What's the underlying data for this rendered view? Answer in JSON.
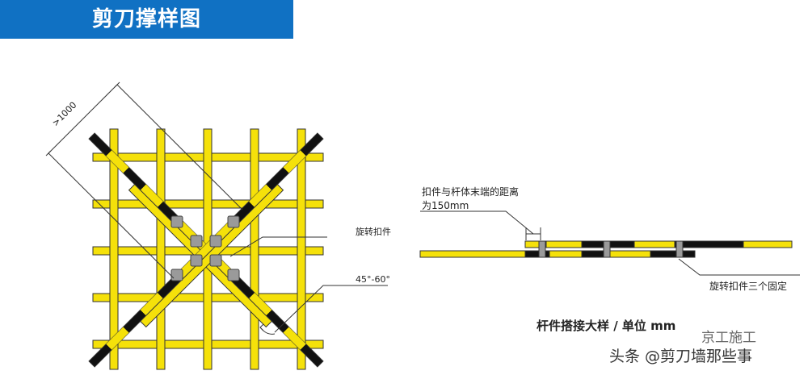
{
  "header": {
    "title": "剪刀撑样图"
  },
  "left_diagram": {
    "dimension_label": ">1000",
    "clamp_label": "旋转扣件",
    "angle_label": "45°-60°"
  },
  "right_diagram": {
    "distance_note_line1": "扣件与杆体末端的距离",
    "distance_note_line2": "为150mm",
    "clamp_note": "旋转扣件三个固定",
    "caption": "杆件搭接大样 / 单位 mm"
  },
  "watermark": {
    "source_partial": "京工施工",
    "account": "头条 @剪刀墙那些事"
  },
  "colors": {
    "title_bg": "#1071c3",
    "pole_yellow": "#f5e10a",
    "pole_black": "#111111"
  }
}
